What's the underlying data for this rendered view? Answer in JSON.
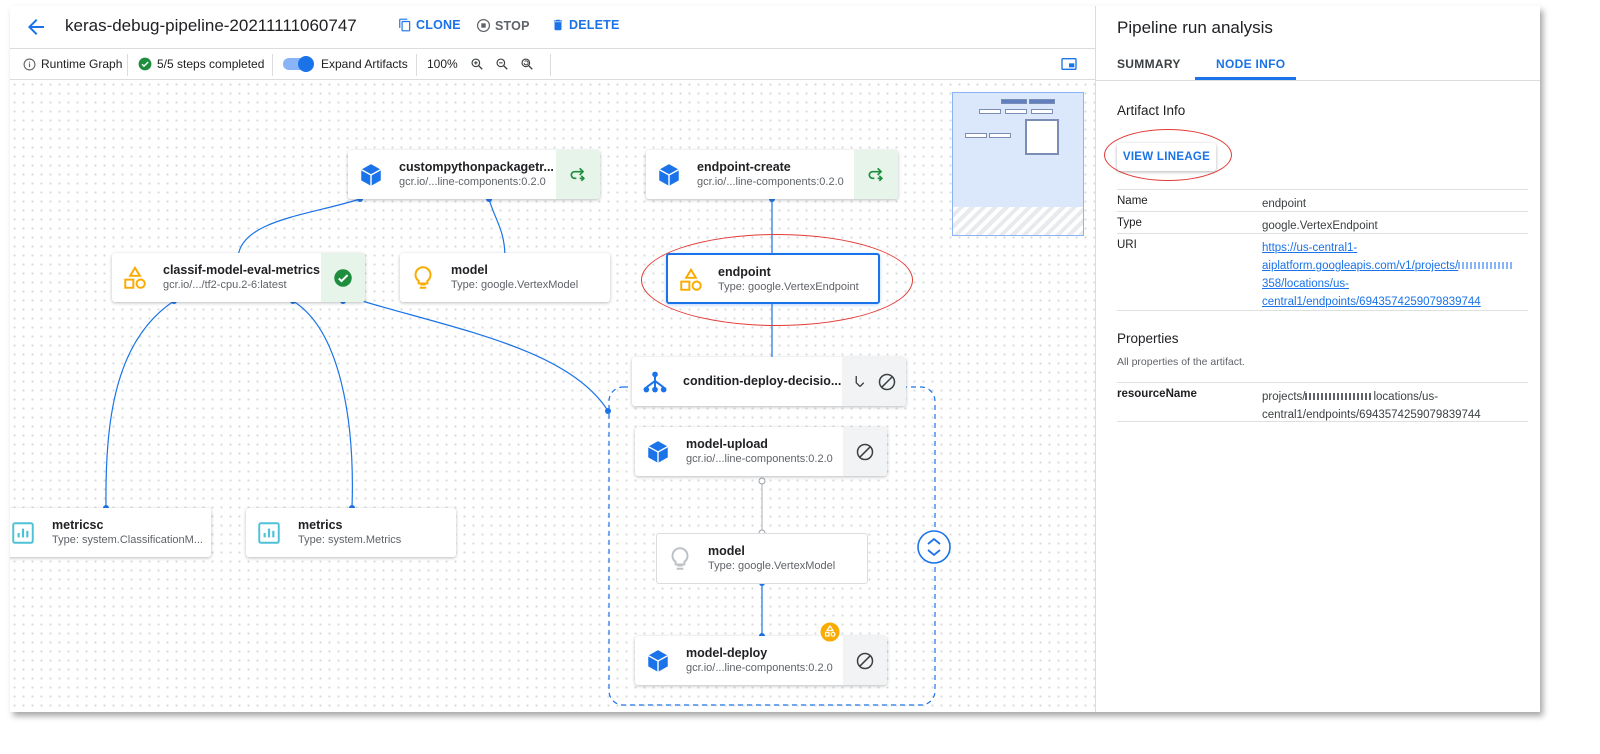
{
  "header": {
    "title": "keras-debug-pipeline-20211111060747",
    "clone_label": "CLONE",
    "stop_label": "STOP",
    "delete_label": "DELETE"
  },
  "toolbar": {
    "runtime_graph": "Runtime Graph",
    "steps_completed": "5/5 steps completed",
    "expand_artifacts": "Expand Artifacts",
    "expand_artifacts_on": true,
    "zoom": "100%"
  },
  "graph": {
    "nodes": {
      "custompython": {
        "name": "custompythonpackagetr...",
        "sub": "gcr.io/...line-components:0.2.0",
        "status": "cached"
      },
      "endpoint_create": {
        "name": "endpoint-create",
        "sub": "gcr.io/...line-components:0.2.0",
        "status": "cached"
      },
      "classif": {
        "name": "classif-model-eval-metrics",
        "sub": "gcr.io/.../tf2-cpu.2-6:latest",
        "status": "succeeded"
      },
      "model_top": {
        "name": "model",
        "sub": "Type: google.VertexModel"
      },
      "endpoint": {
        "name": "endpoint",
        "sub": "Type: google.VertexEndpoint"
      },
      "condition": {
        "name": "condition-deploy-decisio..."
      },
      "model_upload": {
        "name": "model-upload",
        "sub": "gcr.io/...line-components:0.2.0",
        "status": "skipped"
      },
      "model_inner": {
        "name": "model",
        "sub": "Type: google.VertexModel"
      },
      "model_deploy": {
        "name": "model-deploy",
        "sub": "gcr.io/...line-components:0.2.0",
        "status": "skipped"
      },
      "metricsc": {
        "name": "metricsc",
        "sub": "Type: system.ClassificationM..."
      },
      "metrics": {
        "name": "metrics",
        "sub": "Type: system.Metrics"
      }
    }
  },
  "panel": {
    "title": "Pipeline run analysis",
    "tabs": [
      "SUMMARY",
      "NODE INFO"
    ],
    "active_tab": "NODE INFO",
    "artifact_info_heading": "Artifact Info",
    "view_lineage": "VIEW LINEAGE",
    "fields": {
      "name_label": "Name",
      "name_value": "endpoint",
      "type_label": "Type",
      "type_value": "google.VertexEndpoint",
      "uri_label": "URI",
      "uri_line1": "https://us-central1-",
      "uri_line2": "aiplatform.googleapis.com/v1/projects/",
      "uri_line3": "358/locations/us-",
      "uri_line4": "central1/endpoints/6943574259079839744"
    },
    "properties_heading": "Properties",
    "properties_desc": "All properties of the artifact.",
    "resource_label": "resourceName",
    "resource_line1_prefix": "projects/",
    "resource_line1_suffix": "locations/us-",
    "resource_line2": "central1/endpoints/6943574259079839744"
  },
  "colors": {
    "accent": "#1a73e8",
    "success": "#1e8e3e",
    "artifact_yellow": "#f9ab00",
    "metrics_teal": "#4ec1d6",
    "annotation_red": "#e53935"
  }
}
